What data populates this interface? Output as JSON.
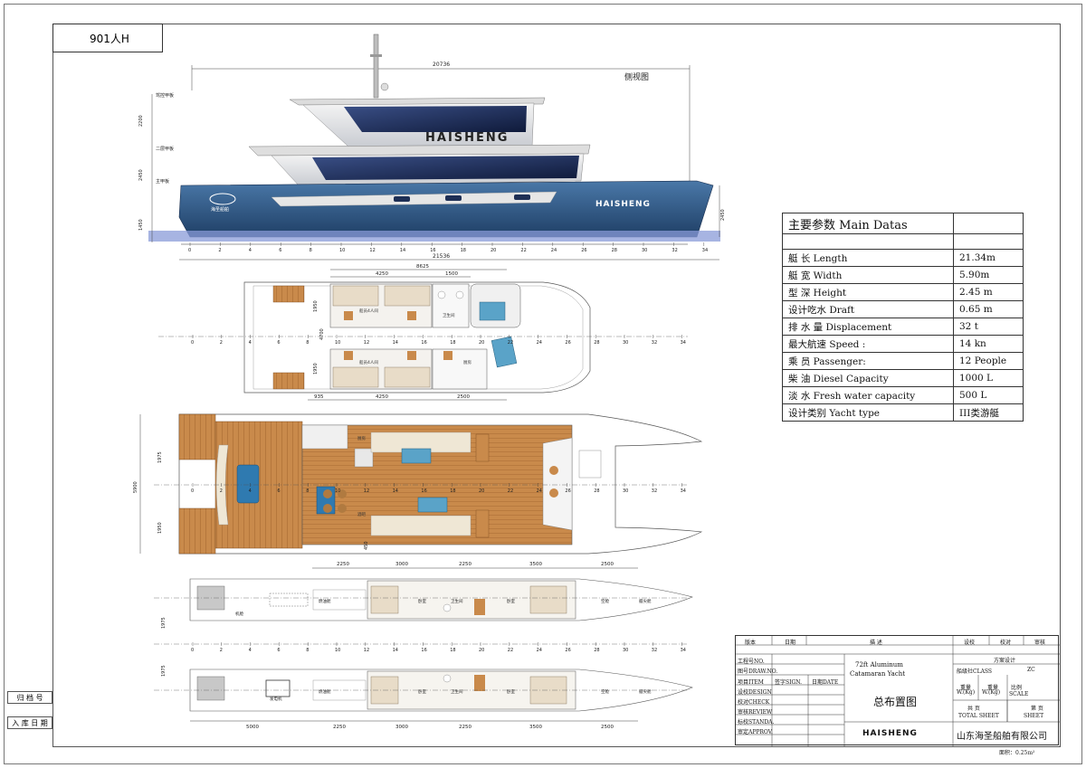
{
  "drawing_number": "901人H",
  "side_view": {
    "title": "侧视图",
    "overall_length_top": "20736",
    "overall_length_bottom": "21536",
    "deck_labels": [
      "驾控甲板",
      "二层甲板",
      "主甲板"
    ],
    "heights": [
      "2200",
      "2450",
      "1450"
    ],
    "hull_height": "2450",
    "brand_superstructure": "HAISHENG",
    "brand_hull": "HAISHENG",
    "logo_text": "海圣船舶",
    "frame_numbers": [
      "0",
      "2",
      "4",
      "6",
      "8",
      "10",
      "12",
      "14",
      "16",
      "18",
      "20",
      "22",
      "24",
      "26",
      "28",
      "30",
      "32",
      "34"
    ]
  },
  "upper_plan": {
    "dims_top": [
      "8625",
      "4250",
      "1500"
    ],
    "dims_bottom": [
      "935",
      "4250",
      "2500"
    ],
    "beam": "4700",
    "half": "1950",
    "room_labels": [
      "船员4人间",
      "船员4人间",
      "卫生间",
      "厨房"
    ]
  },
  "main_plan": {
    "beam": "5900",
    "half": "1975",
    "half2": "1950",
    "dim_side": "450",
    "galley_label": "厨房",
    "bar_label": "酒吧"
  },
  "lower_plans": {
    "dims_top": [
      "2250",
      "3000",
      "2250",
      "3500",
      "2500"
    ],
    "dims_bottom": [
      "5000",
      "2250",
      "3000",
      "2250",
      "3500",
      "2500"
    ],
    "half": "1975",
    "labels_a": [
      "燃油舱",
      "机舱",
      "卧室",
      "卫生间",
      "卧室",
      "空舱",
      "艏尖舱"
    ],
    "labels_b": [
      "发电机",
      "燃油舱",
      "卧室",
      "卫生间",
      "卧室",
      "空舱",
      "艏尖舱"
    ]
  },
  "main_data": {
    "heading": "主要参数 Main Datas",
    "rows": [
      {
        "label": "艇 长 Length",
        "value": "21.34m"
      },
      {
        "label": "艇 宽 Width",
        "value": "5.90m"
      },
      {
        "label": "型 深 Height",
        "value": "2.45 m"
      },
      {
        "label": "设计吃水 Draft",
        "value": "0.65 m"
      },
      {
        "label": "排 水 量 Displacement",
        "value": "32 t"
      },
      {
        "label": "最大航速 Speed :",
        "value": "14 kn"
      },
      {
        "label": "乘 员 Passenger:",
        "value": "12 People"
      },
      {
        "label": "柴 油 Diesel Capacity",
        "value": "1000 L"
      },
      {
        "label": "淡 水 Fresh water capacity",
        "value": "500 L"
      },
      {
        "label": "设计类别 Yacht type",
        "value": "III类游艇"
      }
    ]
  },
  "title_block": {
    "rev_header": [
      "版本",
      "日期",
      "描 述",
      "设校",
      "校对",
      "审核"
    ],
    "project_no": "工程号NO.",
    "drawing_no": "图号DRAW.NO.",
    "stage": "方案设计",
    "class_label": "船级社CLASS",
    "class_value": "ZC",
    "vessel_line1": "72ft Aluminum",
    "vessel_line2": "Catamaran Yacht",
    "item": "项目ITEM",
    "sign": "签字SIGN.",
    "date": "日期DATE",
    "design": "设校DESIGN",
    "check": "校对CHECK",
    "review": "审核REVIEW",
    "standard": "标校STANDA.",
    "approve": "审定APPROV.",
    "drawing_title": "总布置图",
    "weight1": "重量",
    "weight1_unit": "W.(Kg)",
    "weight2": "重量",
    "weight2_unit": "W.(Kg)",
    "scale_cn": "比例",
    "scale_en": "SCALE",
    "total_sheet_cn": "共 页",
    "total_sheet_en": "TOTAL SHEET",
    "sheet_cn": "第 页",
    "sheet_en": "SHEET",
    "brand": "HAISHENG",
    "company": "山东海圣船舶有限公司",
    "area_note": "面积：0.25m²"
  },
  "side_boxes": [
    "归 档 号",
    "入 库 日 期"
  ],
  "colors": {
    "hull_blue": "#2f5d8f",
    "hull_dark": "#1f3f66",
    "superstructure": "#e8e8e8",
    "window": "#1e2f55",
    "deck_wood": "#c98a4b",
    "water": "#8a9bd8"
  }
}
